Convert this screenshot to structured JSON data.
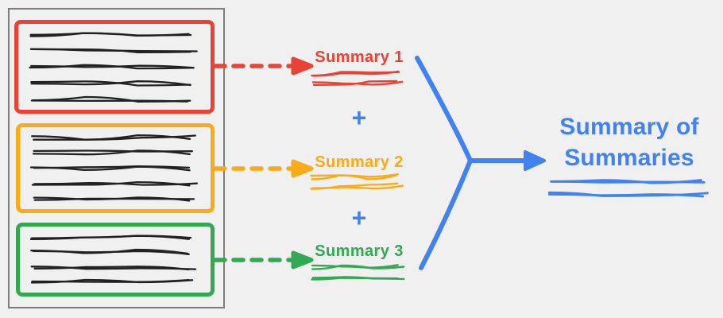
{
  "colors": {
    "red": "#E94335",
    "yellow": "#FBAB18",
    "green": "#33A852",
    "blue": "#4182F0",
    "ink": "#212121",
    "frame": "#7D7D7D",
    "background": "#F0F0F0"
  },
  "document": {
    "sections": [
      {
        "color_key": "red",
        "line_count": 5
      },
      {
        "color_key": "yellow",
        "line_count": 5
      },
      {
        "color_key": "green",
        "line_count": 4
      }
    ]
  },
  "summaries": [
    {
      "label": "Summary 1",
      "color_key": "red"
    },
    {
      "label": "Summary 2",
      "color_key": "yellow"
    },
    {
      "label": "Summary 3",
      "color_key": "green"
    }
  ],
  "plus_label": "+",
  "result": {
    "line1": "Summary of",
    "line2": "Summaries",
    "color_key": "blue"
  }
}
